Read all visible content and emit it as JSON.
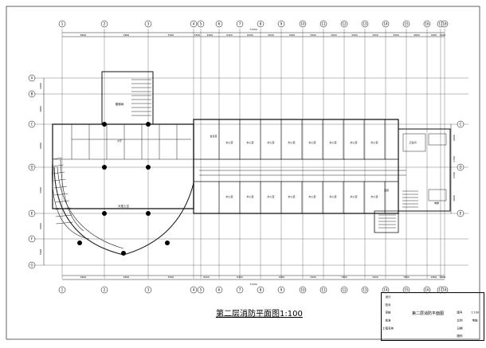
{
  "drawing": {
    "title": "第二层消防平面图1:100",
    "total_dim_top": "77250",
    "total_dim_bottom": "77250"
  },
  "axes_top": [
    "1",
    "2",
    "3",
    "4",
    "5",
    "6",
    "7",
    "8",
    "9",
    "10",
    "11",
    "12",
    "13",
    "14",
    "15",
    "16",
    "17",
    "18"
  ],
  "axes_left": [
    "A",
    "B",
    "C",
    "D",
    "E",
    "F",
    "G"
  ],
  "axes_right": [
    "C",
    "D",
    "E"
  ],
  "top_dims": [
    "8600",
    "4800",
    "5500",
    "5500",
    "6000",
    "6400",
    "6000",
    "4500",
    "3900",
    "3900",
    "3900",
    "3900",
    "3900",
    "3900",
    "4800",
    "3900",
    "3200"
  ],
  "bottom_dims": [
    "9600",
    "9600",
    "5500",
    "6000",
    "6400",
    "4500",
    "3900",
    "7800",
    "3900",
    "7800",
    "4800",
    "5800"
  ],
  "left_dims": [
    "3600",
    "3800",
    "6000",
    "5000",
    "6000",
    "5600"
  ],
  "right_dims": [
    "6000",
    "1700",
    "2700",
    "3900"
  ],
  "room_labels": {
    "stair": "楼梯间",
    "lobby": "大厅",
    "hall": "大堂上空",
    "office": "办公室",
    "corridor": "走廊",
    "toilet": "卫生间",
    "elevator": "电梯",
    "meeting": "会议室"
  },
  "title_block": {
    "project_name": "第二层消防平面图",
    "rows": [
      "设计",
      "校对",
      "审核",
      "批准",
      "工程名称"
    ],
    "fields": [
      "图号",
      "比例",
      "日期",
      "图别"
    ],
    "values": [
      "1:100",
      "电施"
    ]
  }
}
